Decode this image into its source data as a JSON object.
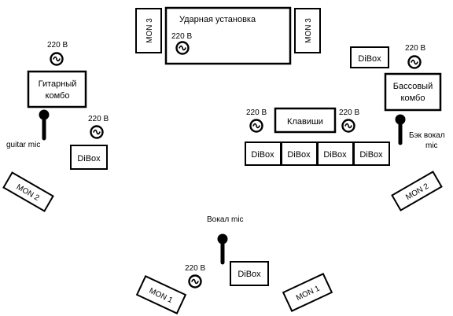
{
  "drums": {
    "label": "Ударная установка",
    "power": "220 В"
  },
  "monitors": {
    "mon3_left": "MON 3",
    "mon3_right": "MON 3",
    "mon2_left": "MON 2",
    "mon2_right": "MON 2",
    "mon1_left": "MON 1",
    "mon1_right": "MON 1"
  },
  "guitar": {
    "power": "220 В",
    "amp_label_1": "Гитарный",
    "amp_label_2": "комбо",
    "mic_label": "guitar mic",
    "dibox_power": "220 В",
    "dibox": "DiBox"
  },
  "bass": {
    "dibox": "DiBox",
    "power": "220 В",
    "amp_label_1": "Бассовый",
    "amp_label_2": "комбо",
    "backvocal_label_1": "Бэк вокал",
    "backvocal_label_2": "mic"
  },
  "keys": {
    "label": "Клавиши",
    "power_left": "220 В",
    "power_right": "220 В",
    "diboxes": [
      "DiBox",
      "DiBox",
      "DiBox",
      "DiBox"
    ]
  },
  "vocal": {
    "mic_label": "Вокал mic",
    "power": "220 В",
    "dibox": "DiBox"
  },
  "icons": {
    "power": "power-outlet-icon",
    "mic": "microphone-icon"
  }
}
